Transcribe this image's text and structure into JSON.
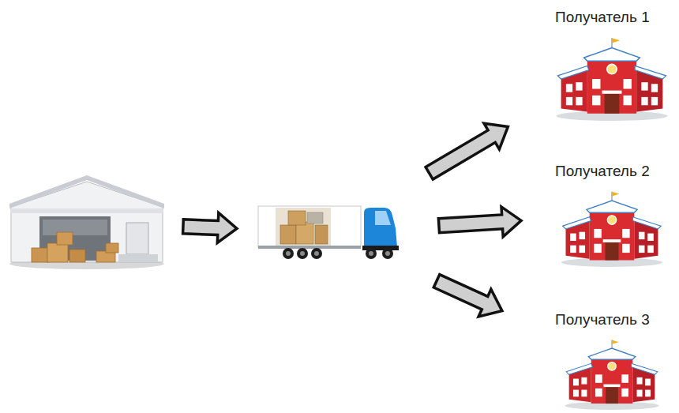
{
  "diagram": {
    "nodes": [
      {
        "text": []
      },
      {
        "text": []
      },
      {
        "text": [
          "Получатель 1"
        ]
      },
      {
        "text": [
          "Получатель 2"
        ]
      },
      {
        "text": [
          "Получатель 3"
        ]
      }
    ],
    "edges": [
      {
        "from": 0,
        "to": 1,
        "arrow": "to"
      },
      {
        "from": 1,
        "to": 2,
        "arrow": "to"
      },
      {
        "from": 1,
        "to": 3,
        "arrow": "to"
      },
      {
        "from": 1,
        "to": 4,
        "arrow": "to"
      }
    ]
  }
}
